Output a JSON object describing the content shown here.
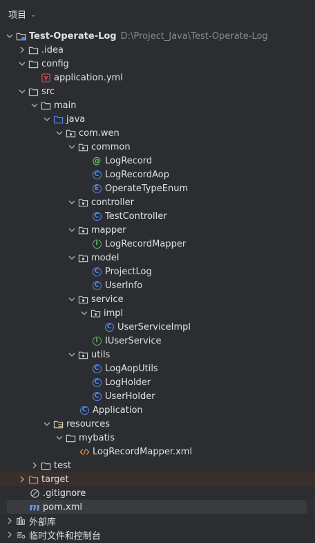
{
  "header": {
    "title": "项目"
  },
  "project": {
    "name": "Test-Operate-Log",
    "path": "D:\\Project_Java\\Test-Operate-Log"
  },
  "tree": {
    "idea": ".idea",
    "config": "config",
    "application_yml": "application.yml",
    "src": "src",
    "main": "main",
    "java": "java",
    "com_wen": "com.wen",
    "common": "common",
    "log_record": "LogRecord",
    "log_record_aop": "LogRecordAop",
    "operate_type_enum": "OperateTypeEnum",
    "controller": "controller",
    "test_controller": "TestController",
    "mapper": "mapper",
    "log_record_mapper": "LogRecordMapper",
    "model": "model",
    "project_log": "ProjectLog",
    "user_info": "UserInfo",
    "service": "service",
    "impl": "impl",
    "user_service_impl": "UserServiceImpl",
    "i_user_service": "IUserService",
    "utils": "utils",
    "log_aop_utils": "LogAopUtils",
    "log_holder": "LogHolder",
    "user_holder": "UserHolder",
    "application": "Application",
    "resources": "resources",
    "mybatis": "mybatis",
    "log_record_mapper_xml": "LogRecordMapper.xml",
    "test": "test",
    "target": "target",
    "gitignore": ".gitignore",
    "pom_xml": "pom.xml"
  },
  "bottom": {
    "external_libraries": "外部库",
    "scratches": "临时文件和控制台"
  },
  "icons": {
    "folder": "folder-icon",
    "class": "class-icon",
    "interface": "interface-icon",
    "annotation": "annotation-icon",
    "enum": "enum-icon",
    "yaml": "yaml-icon",
    "xml": "xml-icon",
    "maven": "maven-icon",
    "ignore": "gitignore-icon",
    "libraries": "libraries-icon",
    "scratches": "scratches-icon"
  },
  "colors": {
    "background": "#2b2d30",
    "class_blue": "#548af7",
    "interface_green": "#5fb865",
    "target_orange": "#d49a6a"
  }
}
